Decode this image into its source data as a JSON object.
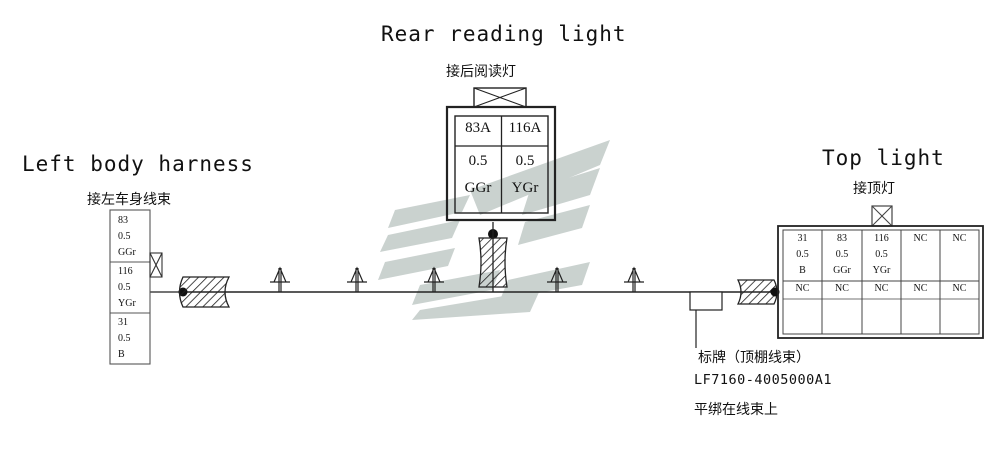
{
  "rear_light": {
    "title": "Rear reading light",
    "subtitle": "接后阅读灯",
    "cells": [
      {
        "circuit": "83A",
        "gauge": "0.5",
        "color": "GGr"
      },
      {
        "circuit": "116A",
        "gauge": "0.5",
        "color": "YGr"
      }
    ]
  },
  "left_harness": {
    "title": "Left body harness",
    "subtitle": "接左车身线束",
    "pins": [
      {
        "circuit": "83",
        "gauge": "0.5",
        "color": "GGr"
      },
      {
        "circuit": "116",
        "gauge": "0.5",
        "color": "YGr"
      },
      {
        "circuit": "31",
        "gauge": "0.5",
        "color": "B"
      }
    ]
  },
  "top_light": {
    "title": "Top light",
    "subtitle": "接顶灯",
    "row1": [
      {
        "circuit": "31",
        "gauge": "0.5",
        "color": "B"
      },
      {
        "circuit": "83",
        "gauge": "0.5",
        "color": "GGr"
      },
      {
        "circuit": "116",
        "gauge": "0.5",
        "color": "YGr"
      },
      {
        "circuit": "NC",
        "gauge": "",
        "color": ""
      },
      {
        "circuit": "NC",
        "gauge": "",
        "color": ""
      }
    ],
    "row2": [
      "NC",
      "NC",
      "NC",
      "NC",
      "NC"
    ]
  },
  "label_tag": {
    "line1": "标牌（顶棚线束）",
    "line2": "LF7160-4005000A1",
    "line3": "平绑在线束上"
  },
  "colors": {
    "line": "#222222",
    "watermark": "#b9c3c0"
  }
}
